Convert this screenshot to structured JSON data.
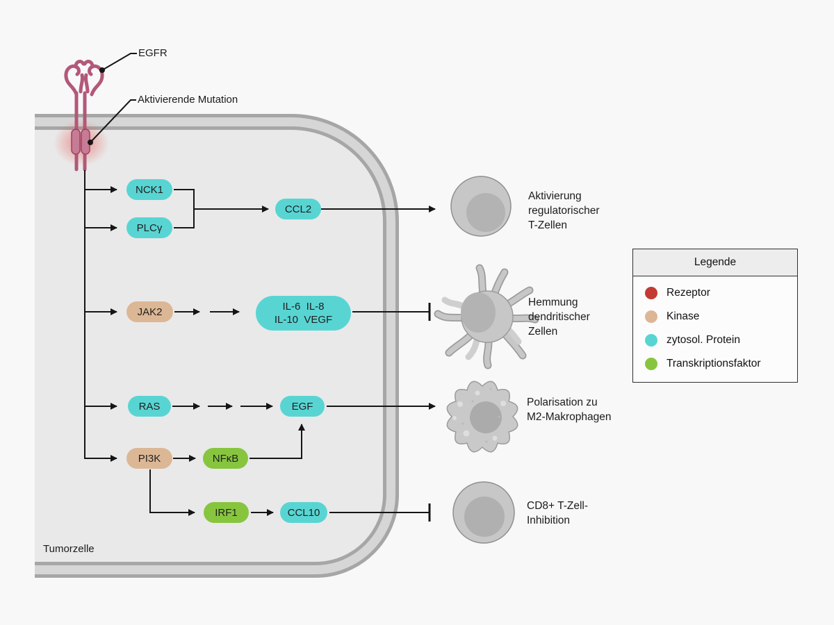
{
  "annotations": {
    "egfr": "EGFR",
    "mutation": "Aktivierende Mutation",
    "cell_label": "Tumorzelle"
  },
  "nodes": {
    "nck1": {
      "label": "NCK1",
      "type": "zytosol. Protein"
    },
    "plcy": {
      "label": "PLCγ",
      "type": "zytosol. Protein"
    },
    "ccl2": {
      "label": "CCL2",
      "type": "zytosol. Protein"
    },
    "jak2": {
      "label": "JAK2",
      "type": "Kinase"
    },
    "cytokines": {
      "line1": "IL-6  IL-8",
      "line2": "IL-10  VEGF",
      "type": "zytosol. Protein"
    },
    "ras": {
      "label": "RAS",
      "type": "zytosol. Protein"
    },
    "egf": {
      "label": "EGF",
      "type": "zytosol. Protein"
    },
    "pi3k": {
      "label": "PI3K",
      "type": "Kinase"
    },
    "nfkb": {
      "label": "NFκB",
      "type": "Transkriptionsfaktor"
    },
    "irf1": {
      "label": "IRF1",
      "type": "Transkriptionsfaktor"
    },
    "ccl10": {
      "label": "CCL10",
      "type": "zytosol. Protein"
    }
  },
  "outcomes": [
    {
      "id": "treg",
      "effect": "activation",
      "lines": [
        "Aktivierung",
        "regulatorischer",
        "T-Zellen"
      ]
    },
    {
      "id": "dendritic",
      "effect": "inhibition",
      "lines": [
        "Hemmung",
        "dendritischer",
        "Zellen"
      ]
    },
    {
      "id": "m2",
      "effect": "activation",
      "lines": [
        "Polarisation zu",
        "M2-Makrophagen"
      ]
    },
    {
      "id": "cd8",
      "effect": "inhibition",
      "lines": [
        "CD8+ T-Zell-",
        "Inhibition"
      ]
    }
  ],
  "legend": {
    "title": "Legende",
    "items": [
      {
        "label": "Rezeptor",
        "color": "#c23a31"
      },
      {
        "label": "Kinase",
        "color": "#dcb795"
      },
      {
        "label": "zytosol. Protein",
        "color": "#58d5d3"
      },
      {
        "label": "Transkriptionsfaktor",
        "color": "#87c53f"
      }
    ]
  },
  "colors": {
    "receptor": "#c23a31",
    "kinase": "#dcb795",
    "cytosolic_protein": "#58d5d3",
    "transcription_factor": "#87c53f",
    "membrane_line": "#a6a6a6",
    "membrane_gap": "#d6d6d6",
    "cell_fill": "#e9e9e9",
    "background": "#f8f8f8",
    "receptor_pink": "#b25878",
    "connector": "#151515"
  }
}
